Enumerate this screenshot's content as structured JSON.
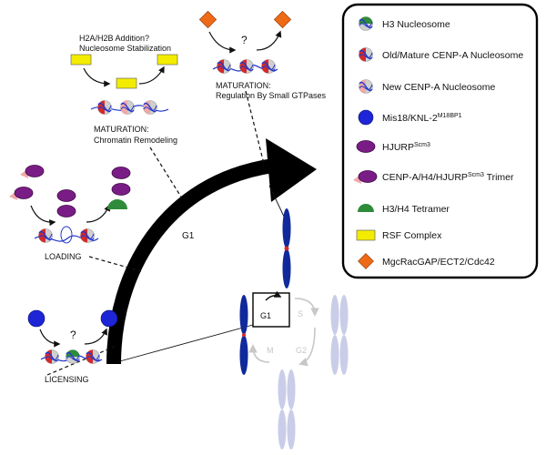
{
  "colors": {
    "red": "#d42a2a",
    "pink": "#f0a8a8",
    "green": "#2e8b3a",
    "navy": "#102a9c",
    "blue_dot": "#1d25d6",
    "purple": "#7a1c86",
    "yellow": "#f3ec00",
    "orange": "#ee6a16",
    "dna": "#2438c9",
    "chrom_fade": "#c9cde8",
    "grey_cycle": "#c7c7c7"
  },
  "labels": {
    "h2a_question": "H2A/H2B Addition?",
    "nucleosome_stab": "Nucleosome Stabilization",
    "maturation_1": "MATURATION:",
    "chromatin_remodeling": "Chromatin Remodeling",
    "maturation_2": "MATURATION:",
    "small_gtpases": "Regulation By Small GTPases",
    "loading": "LOADING",
    "licensing": "LICENSING",
    "g1_big": "G1",
    "question_top": "?",
    "question_lic": "?"
  },
  "cycle": {
    "g1": "G1",
    "s": "S",
    "g2": "G2",
    "m": "M"
  },
  "legend": {
    "items": [
      {
        "text": "H3 Nucleosome",
        "sup": ""
      },
      {
        "text": "Old/Mature CENP-A Nucleosome",
        "sup": ""
      },
      {
        "text": "New CENP-A Nucleosome",
        "sup": ""
      },
      {
        "text": "Mis18/KNL-2",
        "sup": "M18BP1"
      },
      {
        "text": "HJURP",
        "sup": "Scm3"
      },
      {
        "text": "CENP-A/H4/HJURP",
        "sup": "Scm3",
        "suffix": " Trimer"
      },
      {
        "text": "H3/H4 Tetramer",
        "sup": ""
      },
      {
        "text": "RSF Complex",
        "sup": ""
      },
      {
        "text": "MgcRacGAP/ECT2/Cdc42",
        "sup": ""
      }
    ]
  }
}
